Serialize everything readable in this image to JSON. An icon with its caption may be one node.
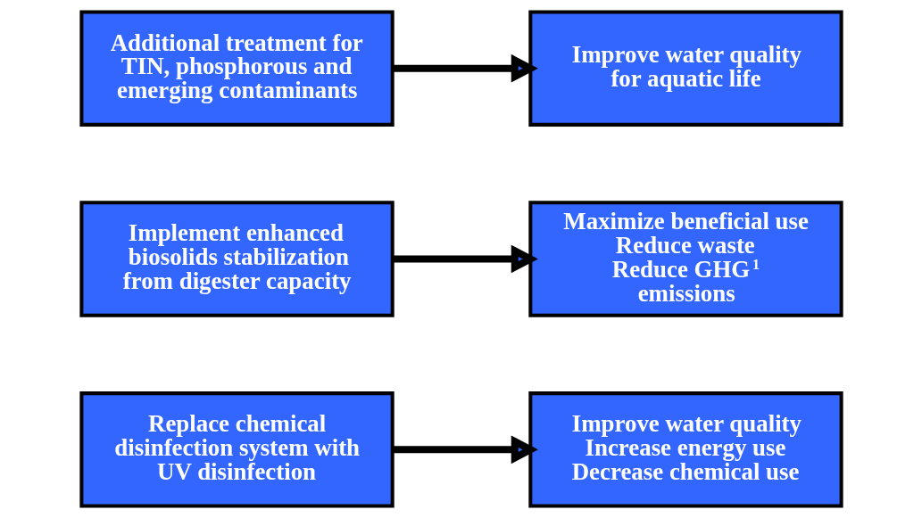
{
  "diagram": {
    "nodes": [
      {
        "text": [
          "Additional treatment for TIN, phosphorous and emerging contaminants"
        ]
      },
      {
        "text": [
          "Improve water quality for aquatic life"
        ]
      },
      {
        "text": [
          "Implement enhanced biosolids stabilization from digester capacity"
        ]
      },
      {
        "text": [
          "Maximize beneficial use",
          "Reduce waste",
          "Reduce GHG$^{1}$ emissions"
        ]
      },
      {
        "text": [
          "Replace chemical disinfection system with UV disinfection"
        ]
      },
      {
        "text": [
          "Improve water quality",
          "Increase energy use",
          "Decrease chemical use"
        ]
      }
    ],
    "edges": [
      {
        "from": 0,
        "to": 1,
        "arrow": "to"
      },
      {
        "from": 2,
        "to": 3,
        "arrow": "to"
      },
      {
        "from": 4,
        "to": 5,
        "arrow": "to"
      }
    ]
  }
}
